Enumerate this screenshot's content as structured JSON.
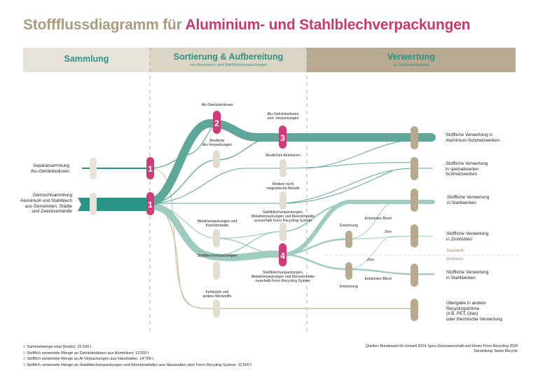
{
  "title": {
    "part1": "Stoffflussdiagramm für",
    "part2": "Aluminium- und Stahlblechverpackungen"
  },
  "colors": {
    "title_grey": "#a89b7f",
    "title_accent": "#c83a6f",
    "flow_dark_teal": "#5ea79a",
    "flow_light_teal": "#9fcbc1",
    "flow_beige": "#c9b99a",
    "node_light": "#e3ddd0",
    "node_dark": "#b7aa90",
    "badge": "#cf3c77"
  },
  "phases": [
    {
      "title": "Sammlung",
      "subtitle": ""
    },
    {
      "title": "Sortierung & Aufbereitung",
      "subtitle": "von Aluminium- und Stahlblechverpackungen"
    },
    {
      "title": "Verwertung",
      "subtitle": "zu Sekundärmaterial"
    }
  ],
  "sources_left": [
    {
      "label_lines": [
        "Separatsammlung",
        "Alu-Getränkedosen"
      ]
    },
    {
      "label_lines": [
        "Gemischtsammlung",
        "Aluminium und Stahlblech",
        "aus Gemeinden, Städte",
        "und Zweckverbände"
      ]
    }
  ],
  "badges": [
    "1",
    "1",
    "2",
    "3",
    "4"
  ],
  "sorting_labels": {
    "alu_getraenkedosen": [
      "Alu-Getränkedosen"
    ],
    "restliche_alu_verpackungen": [
      "Restliche",
      "Alu-Verpackungen"
    ],
    "alu_dosen_und_verpackungen": [
      "Alu-Getränkedosen",
      "und -Verpackungen"
    ],
    "restliches_aluminium": [
      "Restliches Aluminium"
    ],
    "weitere_nicht_magnetische": [
      "Weitere nicht",
      "magnetische Metalle"
    ],
    "metallverpackungen": [
      "Metallverpackungen und",
      "Kleinstmetalle"
    ],
    "stahl_ausserhalb": [
      "Stahlblechverpackungen,",
      "Metallverpackungen und Kleinstmetalle",
      "ausserhalb Ferro Recycling System"
    ],
    "stahlblechverpackungen": [
      "Stahlblechverpackungen"
    ],
    "stahl_innerhalb": [
      "Stahlblechverpackungen,",
      "Metallverpackungen und Kleinstmetalle",
      "innerhalb Ferro Recycling System"
    ],
    "fehlwuerfe": [
      "Fehlwürfe und",
      "andere Wertstoffe"
    ]
  },
  "process_labels": {
    "entzinnung_top": "Entzinnung",
    "entzinnung_bottom": "Entzinnung",
    "entzinntes_blech_top": "Entzinntes Blech",
    "entzinntes_blech_bottom": "Entzinntes Blech",
    "zinn_top": "Zinn",
    "zinn_bottom": "Zinn"
  },
  "destinations": [
    {
      "label_lines": [
        "Stoffliche Verwertung in",
        "Aluminium-Schmelzwerken"
      ]
    },
    {
      "label_lines": [
        "Stoffliche Verwertung",
        "in spezialisierten",
        "Schmelzwerken"
      ]
    },
    {
      "label_lines": [
        "Stoffliche Verwertung",
        "in Stahlwerken"
      ]
    },
    {
      "label_lines": [
        "Stoffliche Verwertung",
        "in Zinnhütten"
      ]
    },
    {
      "label_lines": [
        "Stoffliche Verwertung",
        "in Stahlwerken"
      ]
    },
    {
      "label_lines": [
        "Übergabe in andere",
        "Recyclingströme",
        "(z.B. PET, Glas)",
        "oder thermische Verwertung"
      ]
    }
  ],
  "regions": {
    "above": "Ausland",
    "below": "Schweiz"
  },
  "notes": [
    {
      "num": "1",
      "text": "Sammelmenge total (brutto): 31'100 t"
    },
    {
      "num": "2",
      "text": "Stofflich verwertete Menge an Getränkedosen aus Aluminium: 13'200 t"
    },
    {
      "num": "3",
      "text": "Stofflich verwertete Menge an Al-Verpackungen aus Haushalten: 14'700 t"
    },
    {
      "num": "4",
      "text": "Stofflich verwertete Menge an Stahlblechverpackungen und Kleinstmetallen aus Haushalten über Ferro Recyling System: 11'500 t"
    }
  ],
  "sources": {
    "line1": "Quellen: Bundesamt für Umwelt 2024, Igora-Genossenschaft und Verein Ferro Recycling 2024",
    "line2": "Darstellung: Swiss Recycle"
  }
}
